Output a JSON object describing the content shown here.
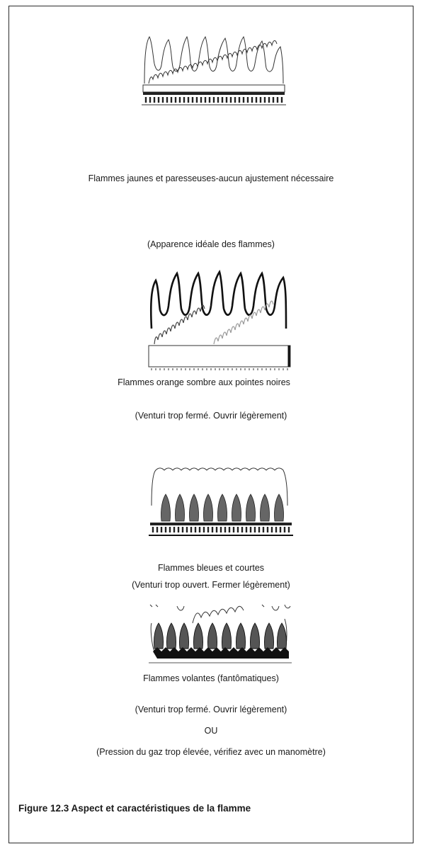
{
  "figure": {
    "title": "Figure 12.3 Aspect et caractéristiques de la flamme"
  },
  "sections": [
    {
      "icon": "yellow-lazy-flames-illustration",
      "caption": "Flammes jaunes et paresseuses-aucun ajustement nécessaire",
      "note": "(Apparence idéale des flammes)"
    },
    {
      "icon": "dark-orange-black-tip-flames-illustration",
      "caption": "Flammes orange sombre aux pointes noires",
      "note": "(Venturi trop fermé. Ouvrir légèrement)"
    },
    {
      "icon": "short-blue-flames-illustration",
      "caption": "Flammes bleues et courtes",
      "note": "(Venturi trop ouvert. Fermer légèrement)"
    },
    {
      "icon": "ghosting-flames-illustration",
      "caption": "Flammes volantes (fantômatiques)",
      "note": "(Venturi trop fermé. Ouvrir légèrement)",
      "or": "OU",
      "note2": "(Pression du gaz trop élevée, vérifiez avec un manomètre)"
    }
  ]
}
